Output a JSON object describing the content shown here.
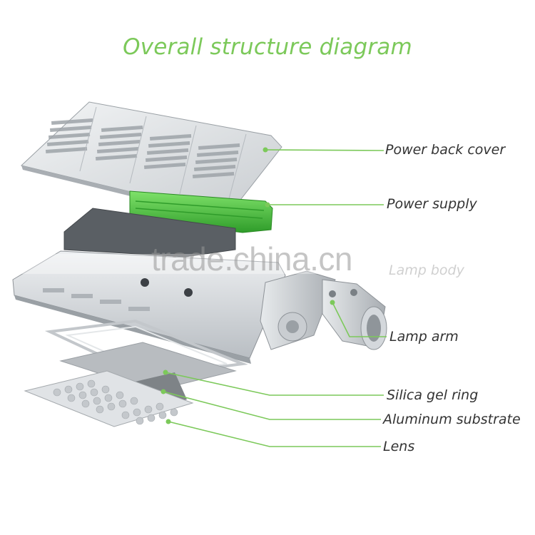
{
  "title": "Overall structure diagram",
  "labels": {
    "power_back_cover": "Power back cover",
    "power_supply": "Power supply",
    "lamp_body": "Lamp body",
    "lamp_arm": "Lamp arm",
    "silica_gel_ring": "Silica gel ring",
    "aluminum_substrate": "Aluminum substrate",
    "lens": "Lens"
  },
  "watermark": "trade.china.cn",
  "colors": {
    "accent": "#7cc95a",
    "leader": "#7cc95a",
    "power_supply": "#4fc43a",
    "housing": "#d9dde0"
  }
}
